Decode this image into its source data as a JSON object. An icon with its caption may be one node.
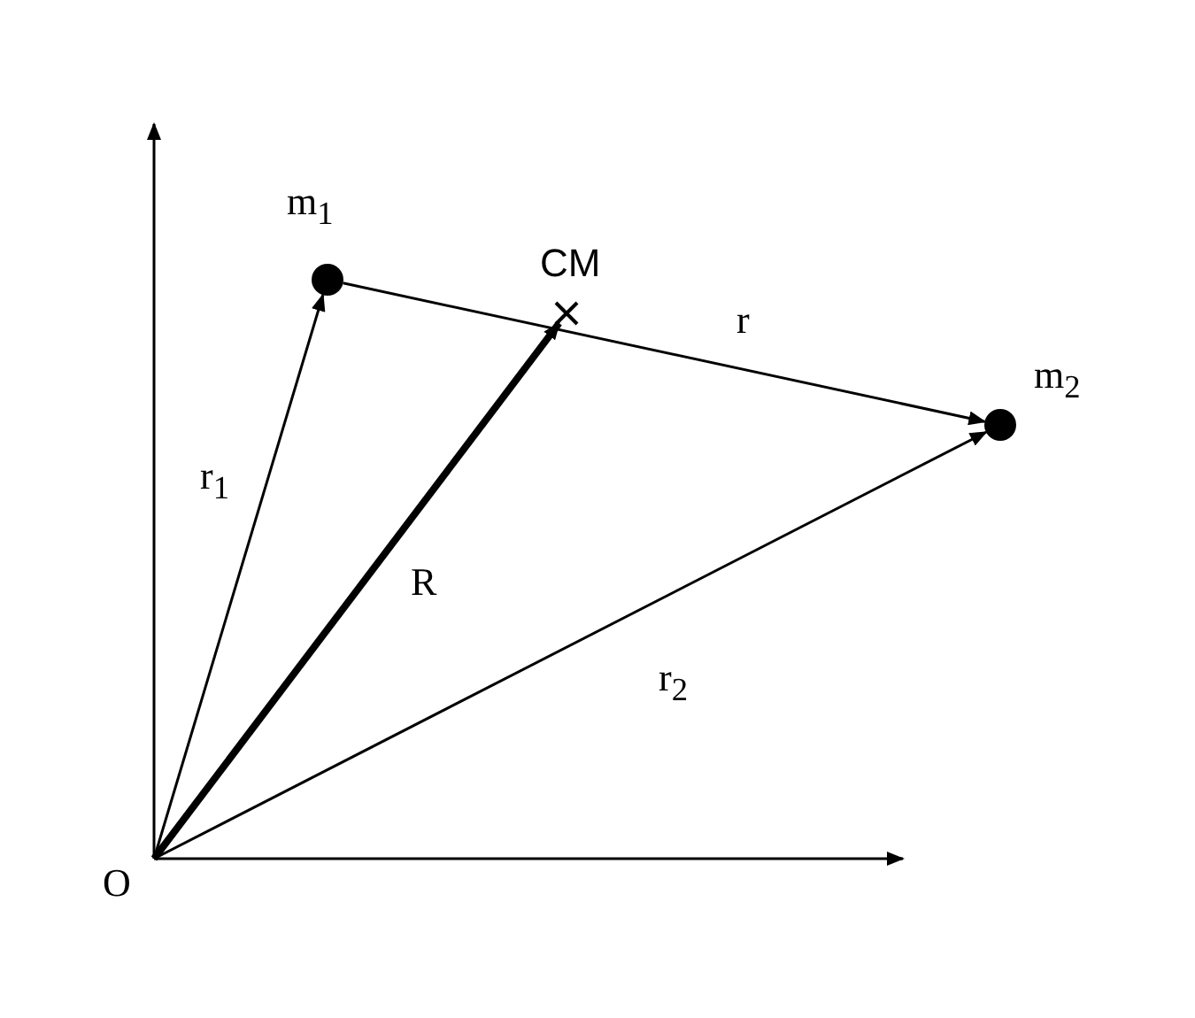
{
  "diagram": {
    "nodes": [
      {
        "text": [
          "O"
        ]
      },
      {
        "text": [
          "m$_{1}$"
        ]
      },
      {
        "text": [
          "CM"
        ]
      },
      {
        "text": [
          "m$_{2}$"
        ]
      }
    ],
    "edges": [
      {
        "from": 0,
        "to": 1,
        "arrow": "to",
        "label": "r$_{1}$"
      },
      {
        "from": 0,
        "to": 2,
        "arrow": "to",
        "label": "R",
        "style": "thick"
      },
      {
        "from": 0,
        "to": 3,
        "arrow": "to",
        "label": "r$_{2}$"
      },
      {
        "from": 1,
        "to": 3,
        "arrow": "to",
        "label": "r"
      }
    ]
  }
}
